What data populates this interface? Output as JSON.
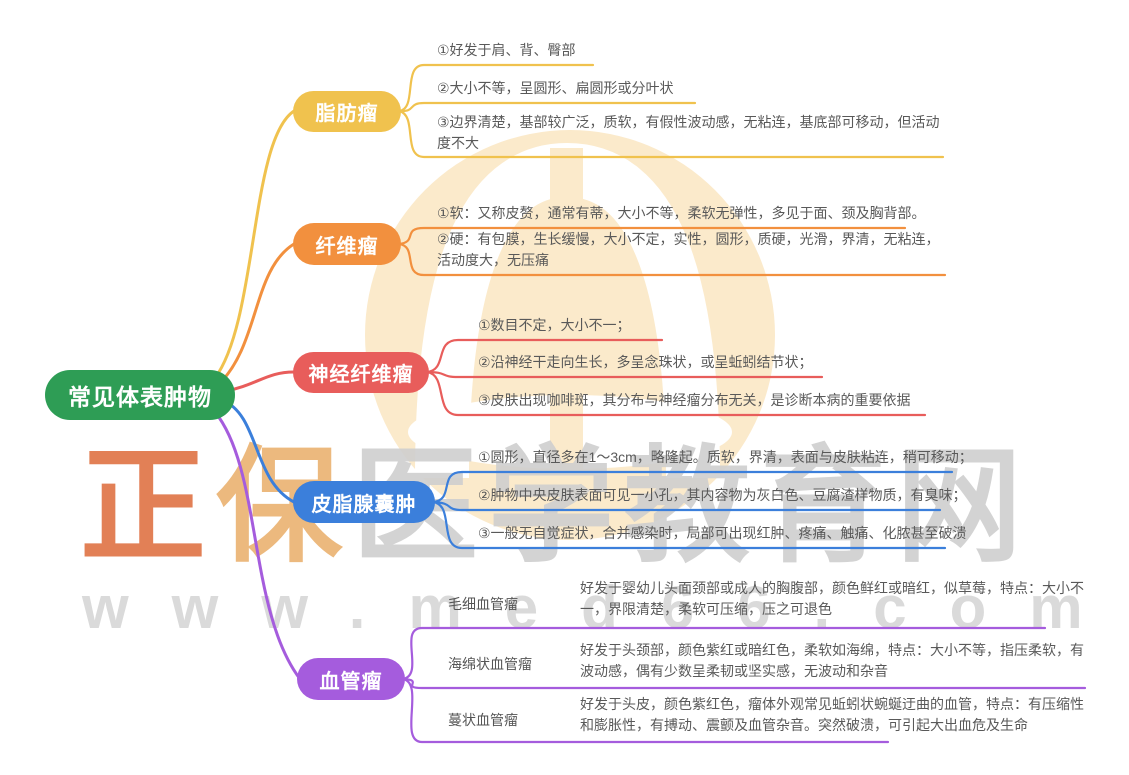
{
  "root": {
    "label": "常见体表肿物",
    "color": "#2e9d55"
  },
  "branches": [
    {
      "id": "lipoma",
      "label": "脂肪瘤",
      "color": "#f0c24e",
      "items": [
        "①好发于肩、背、臀部",
        "②大小不等，呈圆形、扁圆形或分叶状",
        "③边界清楚，基部较广泛，质软，有假性波动感，无粘连，基底部可移动，但活动度不大"
      ]
    },
    {
      "id": "fibroma",
      "label": "纤维瘤",
      "color": "#f2903e",
      "items": [
        "①软：又称皮赘，通常有蒂，大小不等，柔软无弹性，多见于面、颈及胸背部。",
        "②硬：有包膜，生长缓慢，大小不定，实性，圆形，质硬，光滑，界清，无粘连，活动度大，无压痛"
      ]
    },
    {
      "id": "neurofibroma",
      "label": "神经纤维瘤",
      "color": "#e85d5b",
      "items": [
        "①数目不定，大小不一；",
        "②沿神经干走向生长，多呈念珠状，或呈蚯蚓结节状；",
        "③皮肤出现咖啡斑，其分布与神经瘤分布无关，是诊断本病的重要依据"
      ]
    },
    {
      "id": "sebaceous-cyst",
      "label": "皮脂腺囊肿",
      "color": "#3b7fdb",
      "items": [
        "①圆形，直径多在1～3cm，略隆起。质软，界清，表面与皮肤粘连，稍可移动；",
        "②肿物中央皮肤表面可见一小孔，其内容物为灰白色、豆腐渣样物质，有臭味；",
        "③一般无自觉症状，合并感染时，局部可出现红肿、疼痛、触痛、化脓甚至破溃"
      ]
    },
    {
      "id": "hemangioma",
      "label": "血管瘤",
      "color": "#a55cdd",
      "subnodes": [
        {
          "label": "毛细血管瘤",
          "desc": "好发于婴幼儿头面颈部或成人的胸腹部，颜色鲜红或暗红，似草莓，特点：大小不一，界限清楚，柔软可压缩，压之可退色"
        },
        {
          "label": "海绵状血管瘤",
          "desc": "好发于头颈部，颜色紫红或暗红色，柔软如海绵，特点：大小不等，指压柔软，有波动感，偶有少数呈柔韧或坚实感，无波动和杂音"
        },
        {
          "label": "蔓状血管瘤",
          "desc": "好发于头皮，颜色紫红色，瘤体外观常见蚯蚓状蜿蜒迂曲的血管，特点：有压缩性和膨胀性，有搏动、震颤及血管杂音。突然破溃，可引起大出血危及生命"
        }
      ]
    }
  ],
  "watermark": {
    "brand_char_1": "正",
    "brand_char_2": "保",
    "brand_rest": "医学教育网",
    "url": "www.med66.com",
    "logo_color": "#fbeacb"
  }
}
